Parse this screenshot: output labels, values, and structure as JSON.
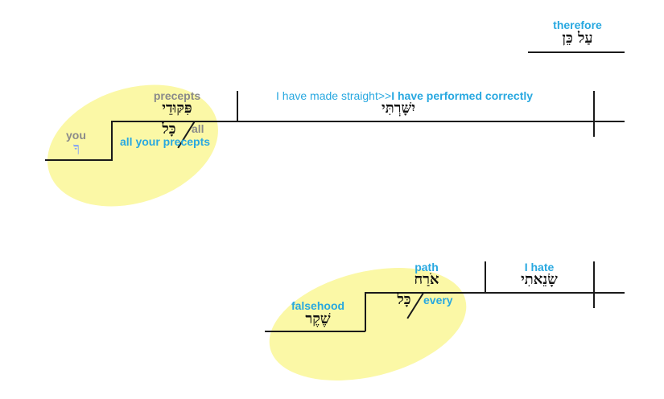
{
  "colors": {
    "gloss_blue": "#28a8e0",
    "gloss_gray": "#8a8a8a",
    "highlight_yellow": "#fbf8a6",
    "line": "#1a1a1a",
    "pronoun_blue": "#8aa8f0"
  },
  "top_clause": {
    "therefore": {
      "gloss": "therefore",
      "hebrew": "עַל כֵּן"
    },
    "precepts": {
      "gloss": "precepts",
      "hebrew": "פִּקּוּדֵי"
    },
    "all": {
      "gloss": "all",
      "hebrew": "כָּל"
    },
    "phrase_gloss": "all your precepts",
    "you": {
      "gloss": "you",
      "hebrew": "ךָ"
    },
    "verb": {
      "gloss_literal": "I have made straight>>",
      "gloss_idiomatic": "I have performed correctly",
      "hebrew": "יִשָּׁרְתִּי"
    }
  },
  "bottom_clause": {
    "path": {
      "gloss": "path",
      "hebrew": "אֹרַח"
    },
    "every": {
      "gloss": "every",
      "hebrew": "כָּל"
    },
    "falsehood": {
      "gloss": "falsehood",
      "hebrew": "שֶׁקֶר"
    },
    "verb": {
      "gloss": "I hate",
      "hebrew": "שָׂנֵאתִי"
    }
  }
}
